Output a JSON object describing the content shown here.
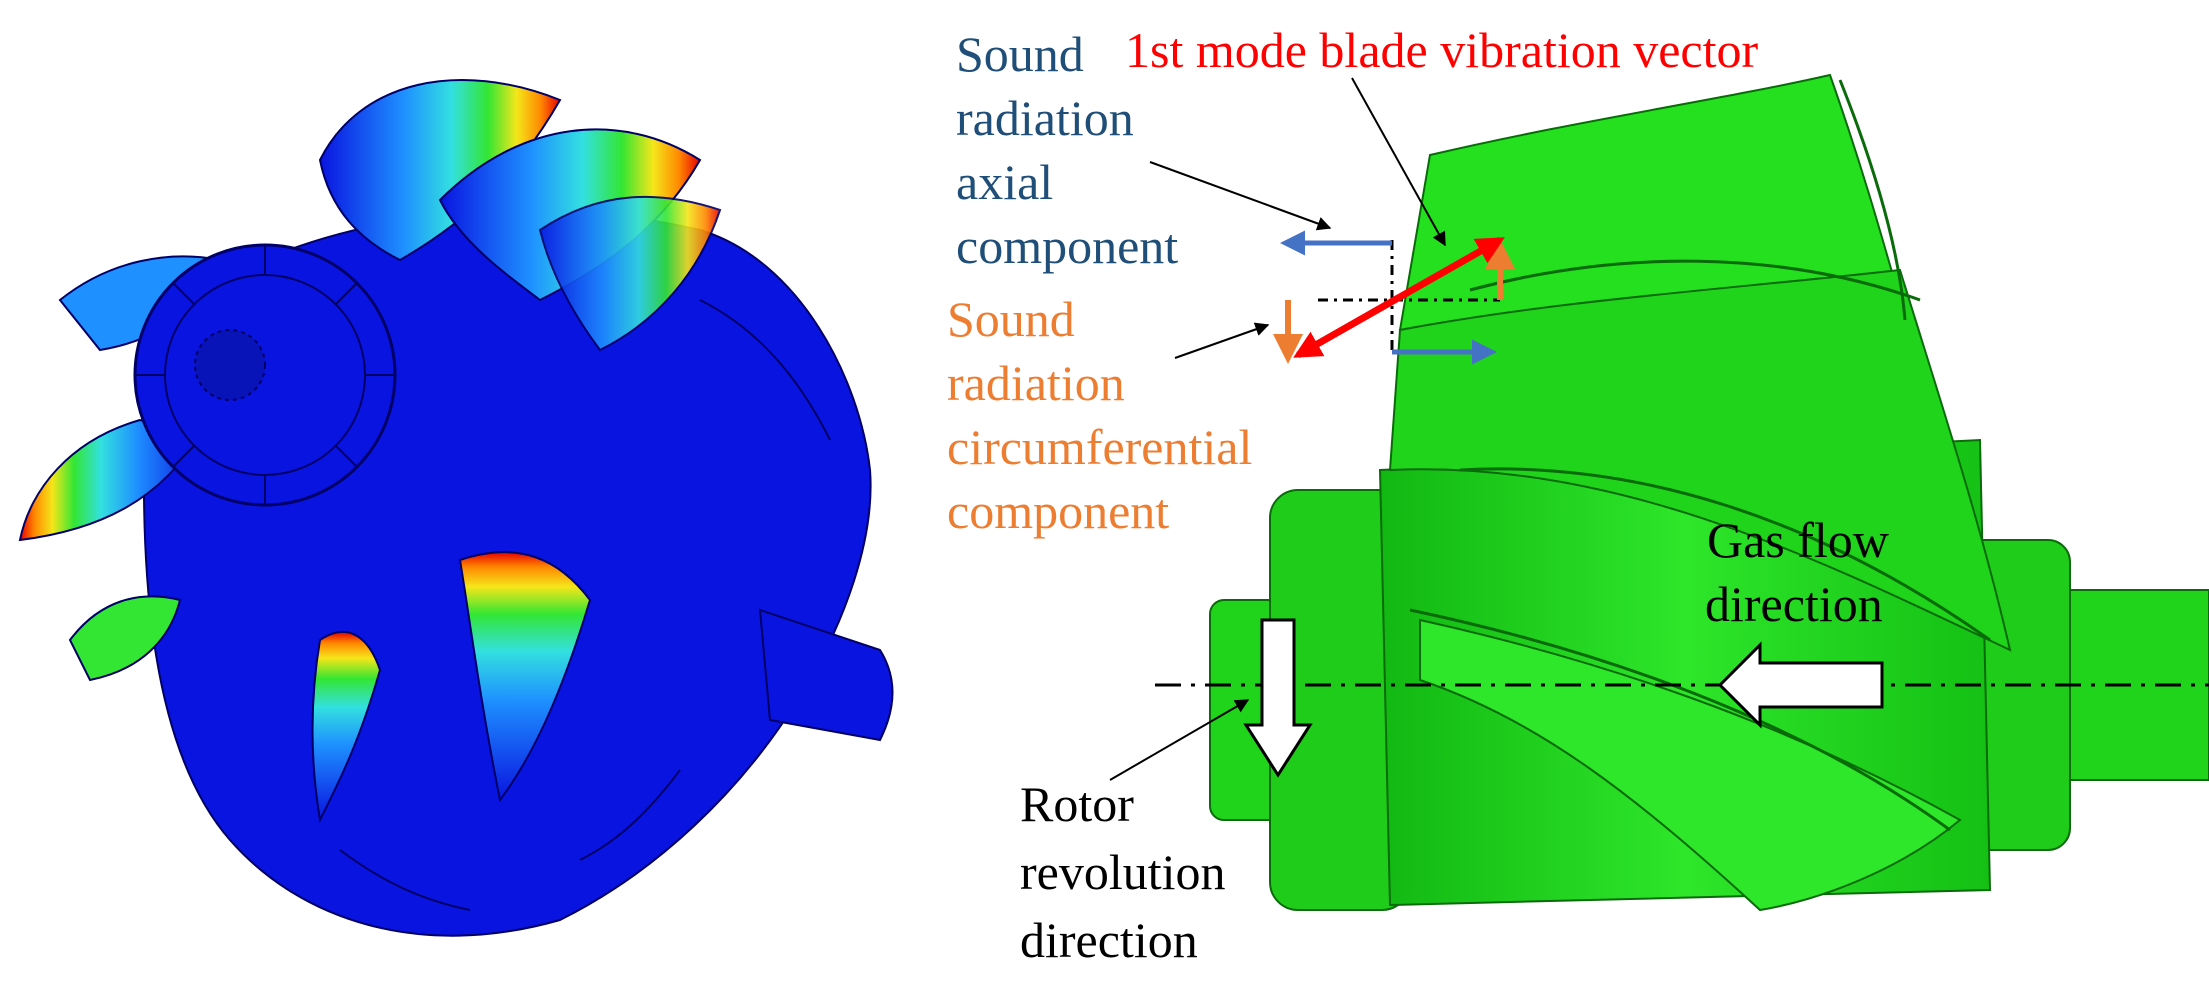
{
  "labels": {
    "vibration_vector": "1st mode blade vibration vector",
    "axial": [
      "Sound",
      "radiation",
      "axial",
      "component"
    ],
    "circumferential": [
      "Sound",
      "radiation",
      "circumferential",
      "component"
    ],
    "gas_flow": [
      "Gas flow",
      "direction"
    ],
    "rotor_revolution": [
      "Rotor",
      "revolution",
      "direction"
    ]
  },
  "colors": {
    "axial_component": "#1f4e79",
    "circumferential_component": "#ed7d31",
    "vibration_vector": "#ff0000",
    "arrow_blue": "#4472c4",
    "blade_green": "#1fd41a",
    "fea_blue": "#0a14e0"
  },
  "icons": {
    "left_panel": "fea-mode-shape-impeller",
    "right_panel": "green-rotor-model"
  }
}
